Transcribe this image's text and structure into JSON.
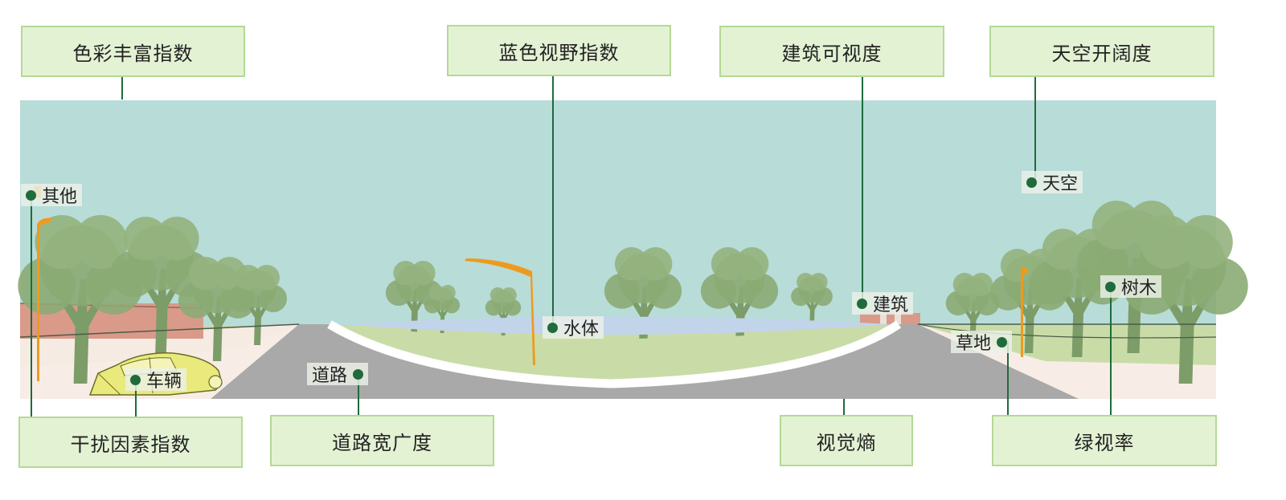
{
  "indices": {
    "color_richness": "色彩丰富指数",
    "blue_view": "蓝色视野指数",
    "building_visibility": "建筑可视度",
    "sky_openness": "天空开阔度",
    "interference": "干扰因素指数",
    "road_width": "道路宽广度",
    "visual_entropy": "视觉熵",
    "green_view": "绿视率"
  },
  "elements": {
    "other": "其他",
    "sky": "天空",
    "tree": "树木",
    "building": "建筑",
    "water": "水体",
    "grass": "草地",
    "road": "道路",
    "vehicle": "车辆"
  },
  "colors": {
    "box_fill": "#e4f2d4",
    "box_border": "#b3d996",
    "sky": "#b8dcd8",
    "water": "#c2d4ea",
    "grass": "#c9dca8",
    "road": "#a9a9a9",
    "sidewalk": "#f7ede6",
    "building": "#d99a8a",
    "tree": "#8bab74",
    "vehicle": "#eaea7c",
    "lamp": "#ee9a1e",
    "leader": "#1f6b3c"
  }
}
